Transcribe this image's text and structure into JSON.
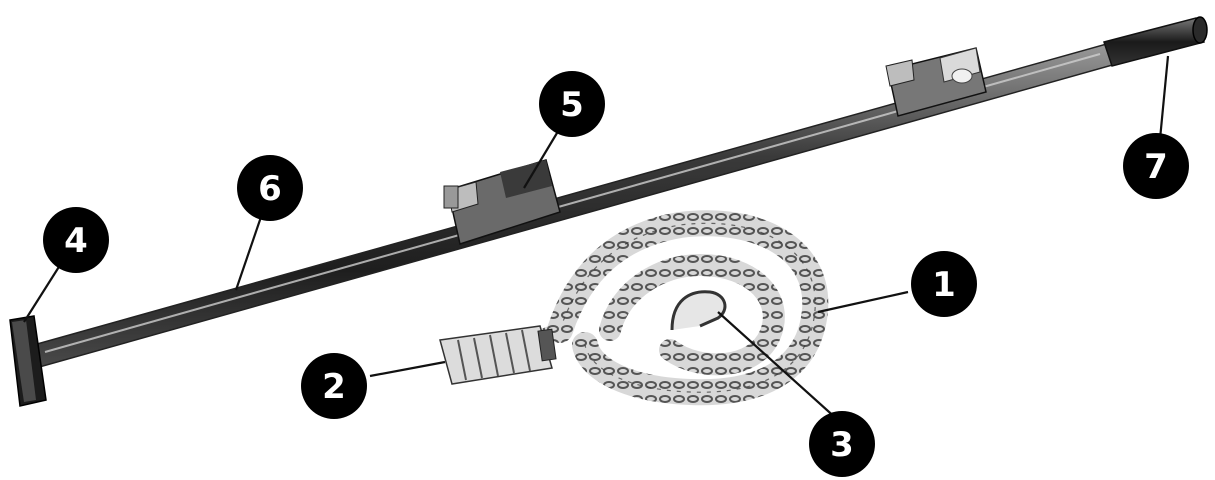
{
  "callouts": [
    {
      "id": "1",
      "label": "1"
    },
    {
      "id": "2",
      "label": "2"
    },
    {
      "id": "3",
      "label": "3"
    },
    {
      "id": "4",
      "label": "4"
    },
    {
      "id": "5",
      "label": "5"
    },
    {
      "id": "6",
      "label": "6"
    },
    {
      "id": "7",
      "label": "7"
    }
  ],
  "colors": {
    "ink": "#111111",
    "bar_dark": "#2a2a2a",
    "bar_mid": "#555555",
    "bar_highlight": "#bdbdbd",
    "chain": "#7a7a7a",
    "background": "#ffffff"
  }
}
